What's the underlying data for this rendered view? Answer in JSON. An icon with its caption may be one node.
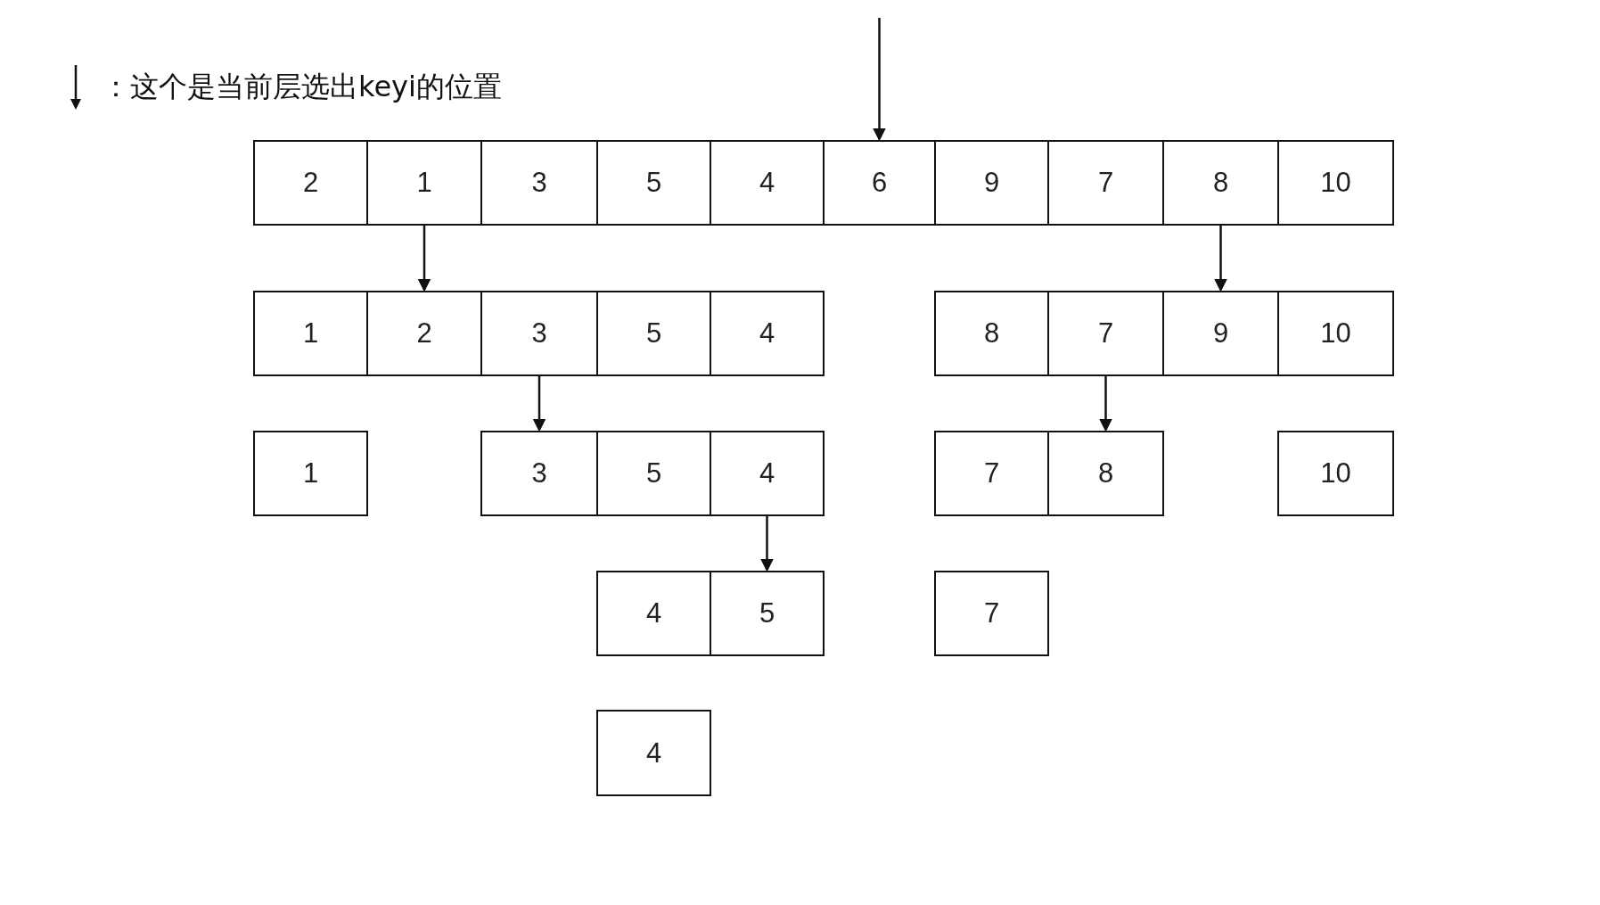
{
  "diagram": {
    "nodes": [
      {
        "text": [
          "2"
        ]
      },
      {
        "text": [
          "1"
        ]
      },
      {
        "text": [
          "3"
        ]
      },
      {
        "text": [
          "5"
        ]
      },
      {
        "text": [
          "4"
        ]
      },
      {
        "text": [
          "6"
        ]
      },
      {
        "text": [
          "9"
        ]
      },
      {
        "text": [
          "7"
        ]
      },
      {
        "text": [
          "8"
        ]
      },
      {
        "text": [
          "10"
        ]
      },
      {
        "text": [
          "1"
        ]
      },
      {
        "text": [
          "2"
        ]
      },
      {
        "text": [
          "3"
        ]
      },
      {
        "text": [
          "5"
        ]
      },
      {
        "text": [
          "4"
        ]
      },
      {
        "text": [
          "8"
        ]
      },
      {
        "text": [
          "7"
        ]
      },
      {
        "text": [
          "9"
        ]
      },
      {
        "text": [
          "10"
        ]
      },
      {
        "text": [
          "1"
        ]
      },
      {
        "text": [
          "3"
        ]
      },
      {
        "text": [
          "5"
        ]
      },
      {
        "text": [
          "4"
        ]
      },
      {
        "text": [
          "7"
        ]
      },
      {
        "text": [
          "8"
        ]
      },
      {
        "text": [
          "10"
        ]
      },
      {
        "text": [
          "4"
        ]
      },
      {
        "text": [
          "5"
        ]
      },
      {
        "text": [
          "7"
        ]
      },
      {
        "text": [
          "4"
        ]
      }
    ],
    "edges": [
      {
        "from": null,
        "to": 5,
        "arrow": "to"
      },
      {
        "from": 1,
        "to": 11,
        "arrow": "to"
      },
      {
        "from": 8,
        "to": 17,
        "arrow": "to"
      },
      {
        "from": 12,
        "to": 20,
        "arrow": "to"
      },
      {
        "from": 16,
        "to": 24,
        "arrow": "to"
      },
      {
        "from": 22,
        "to": 27,
        "arrow": "to"
      }
    ],
    "legend": [
      {
        "text": "：这个是当前层选出keyi的位置"
      }
    ]
  }
}
